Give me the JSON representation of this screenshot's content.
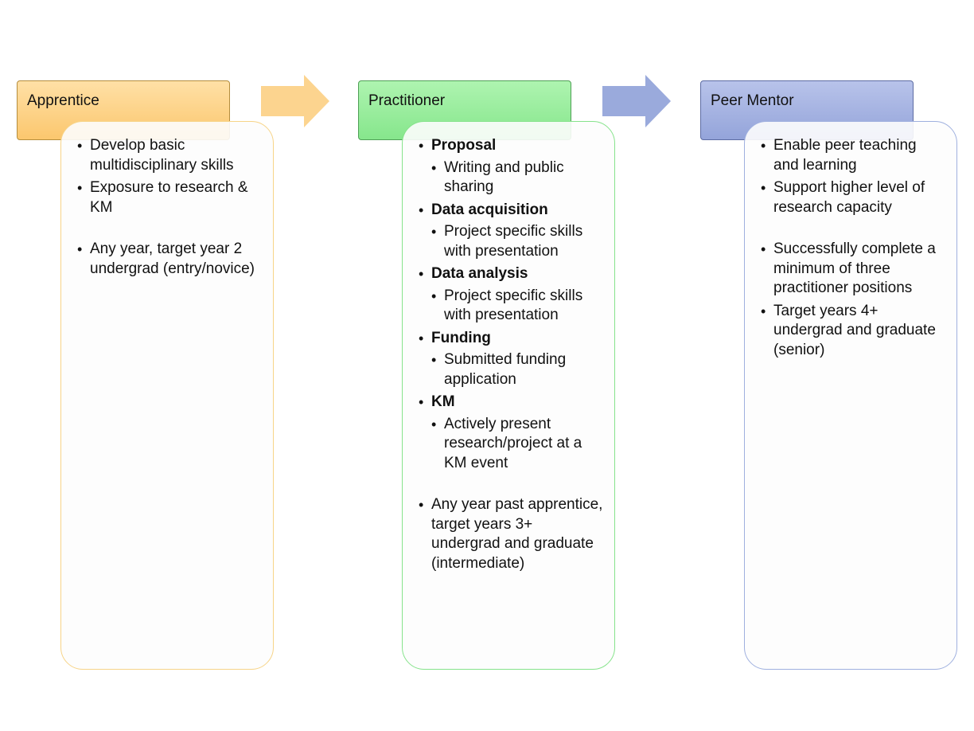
{
  "stages": {
    "apprentice": {
      "title": "Apprentice",
      "items": [
        "Develop basic multidisciplinary skills",
        "Exposure to research & KM",
        "Any year, target year 2 undergrad (entry/novice)"
      ]
    },
    "practitioner": {
      "title": "Practitioner",
      "items": [
        {
          "heading": "Proposal",
          "detail": "Writing and public sharing"
        },
        {
          "heading": "Data acquisition",
          "detail": "Project specific skills with presentation"
        },
        {
          "heading": "Data analysis",
          "detail": "Project specific skills with presentation"
        },
        {
          "heading": "Funding",
          "detail": "Submitted funding application"
        },
        {
          "heading": "KM",
          "detail": "Actively present research/project at a KM event"
        }
      ],
      "note": "Any year past apprentice, target years 3+ undergrad and graduate (intermediate)"
    },
    "peer_mentor": {
      "title": "Peer Mentor",
      "items": [
        "Enable peer teaching and learning",
        "Support higher level of research capacity",
        "Successfully complete a minimum of three practitioner positions",
        "Target years 4+ undergrad and graduate (senior)"
      ]
    }
  },
  "colors": {
    "apprentice": "#fbc76e",
    "practitioner": "#86e68c",
    "peer_mentor": "#94a4da",
    "arrow_1": "#fcd48f",
    "arrow_2": "#9aaadc"
  }
}
